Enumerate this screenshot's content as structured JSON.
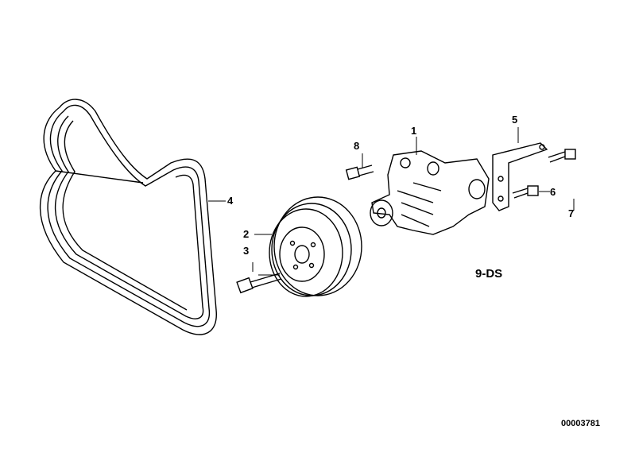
{
  "callouts": [
    {
      "num": "1",
      "part": "water-pump"
    },
    {
      "num": "2",
      "part": "pulley"
    },
    {
      "num": "3",
      "part": "pulley-bolt"
    },
    {
      "num": "4",
      "part": "ribbed-belt"
    },
    {
      "num": "5",
      "part": "bracket"
    },
    {
      "num": "6",
      "part": "bracket-bolt"
    },
    {
      "num": "7",
      "part": "bracket-long-bolt"
    },
    {
      "num": "8",
      "part": "pump-bolt"
    }
  ],
  "group_code": "9-DS",
  "diagram_number": "00003781"
}
